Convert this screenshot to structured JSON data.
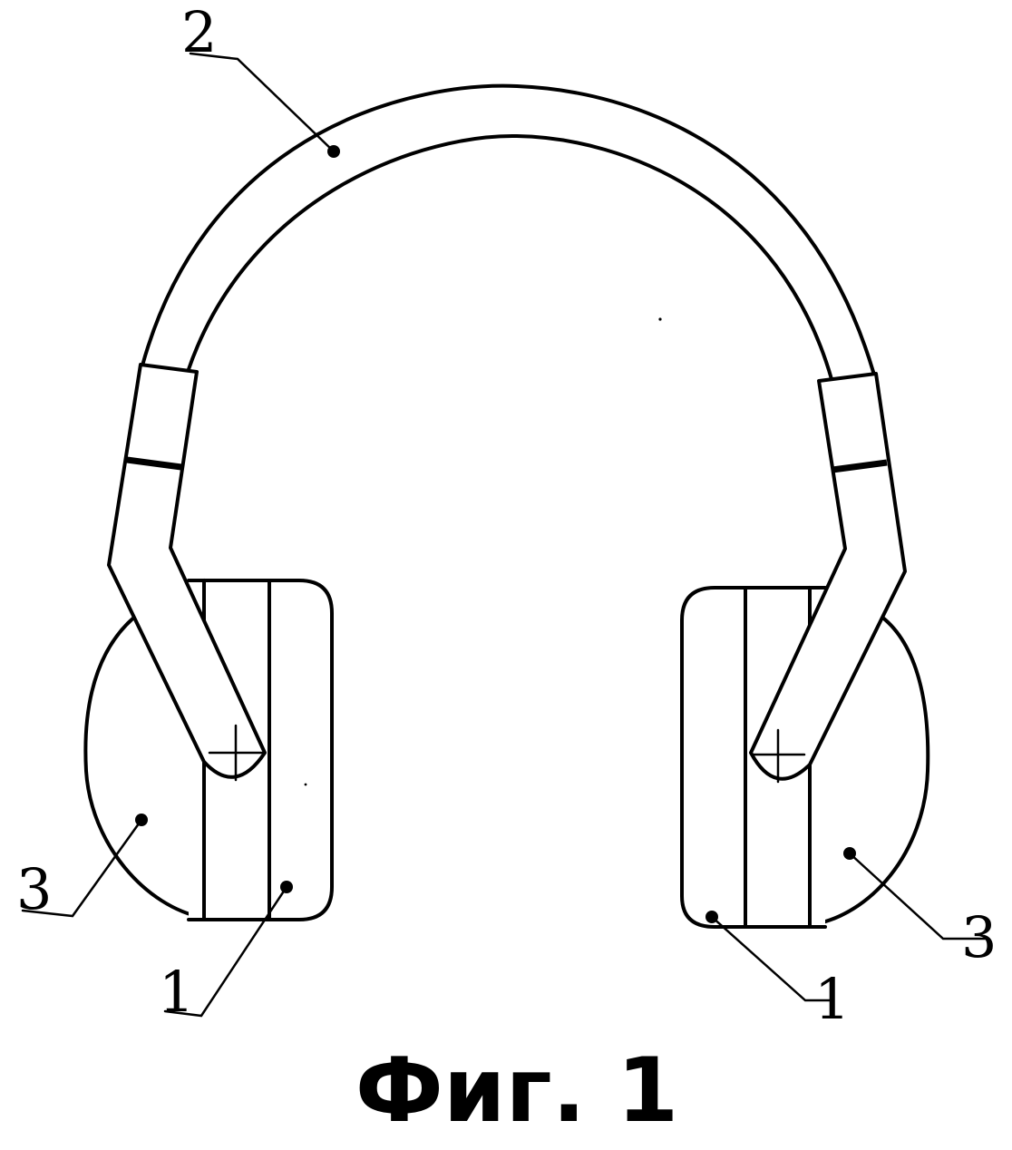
{
  "labels": {
    "headband": "2",
    "cup_left": "3",
    "cup_right": "3",
    "cushion_left": "1",
    "cushion_right": "1"
  },
  "caption": "Фиг. 1"
}
